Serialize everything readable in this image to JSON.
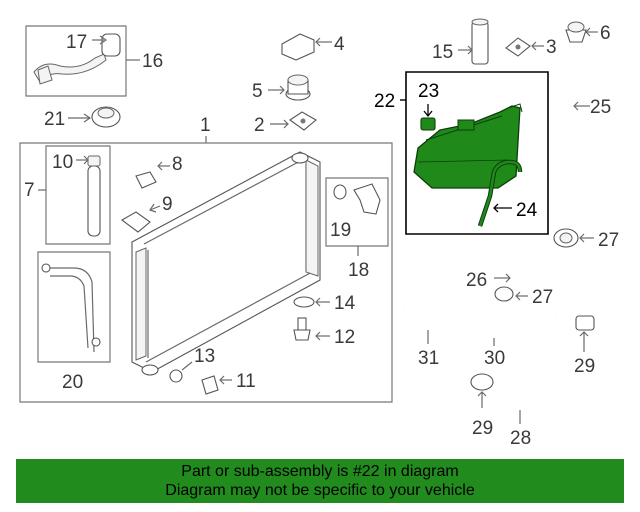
{
  "callouts": {
    "c1": "1",
    "c2": "2",
    "c3": "3",
    "c4": "4",
    "c5": "5",
    "c6": "6",
    "c7": "7",
    "c8": "8",
    "c9": "9",
    "c10": "10",
    "c11": "11",
    "c12": "12",
    "c13": "13",
    "c14": "14",
    "c15": "15",
    "c16": "16",
    "c17": "17",
    "c18": "18",
    "c19": "19",
    "c20": "20",
    "c21": "21",
    "c22": "22",
    "c23": "23",
    "c24": "24",
    "c25": "25",
    "c26": "26",
    "c27a": "27",
    "c27b": "27",
    "c28": "28",
    "c29a": "29",
    "c29b": "29",
    "c30": "30",
    "c31": "31"
  },
  "highlight_color": "#1f8a1a",
  "banner": {
    "line1": "Part or sub-assembly is #22 in diagram",
    "line2": "Diagram may not be specific to your vehicle",
    "background": "#228b1e"
  }
}
